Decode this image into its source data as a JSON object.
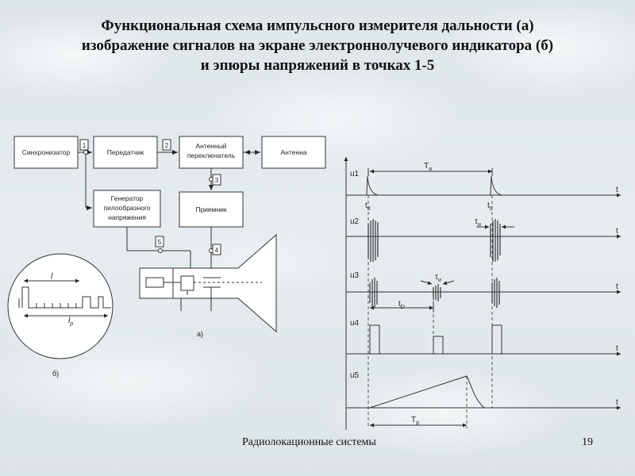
{
  "slide": {
    "title_line1": "Функциональная схема импульсного измерителя дальности (а)",
    "title_line2": "изображение сигналов на экране электроннолучевого индикатора (б)",
    "title_line3": "и эпюры напряжений в точках 1-5",
    "footer_text": "Радиолокационные системы",
    "page_number": "19"
  },
  "block_diagram": {
    "blocks": {
      "synchronizer": "Синхронизатор",
      "transmitter": "Передатчик",
      "antenna_switch_line1": "Антенный",
      "antenna_switch_line2": "переключатель",
      "antenna": "Антенна",
      "generator_line1": "Генератор",
      "generator_line2": "пилообразного",
      "generator_line3": "напряжения",
      "receiver": "Приемник"
    },
    "points": [
      "1",
      "2",
      "3",
      "4",
      "5"
    ],
    "caption_a": "а)"
  },
  "screen": {
    "label_l": "l",
    "label_lp": "l",
    "label_lp_sub": "p",
    "caption_b": "б)"
  },
  "timing": {
    "channel_labels": [
      "u1",
      "u2",
      "u3",
      "u4",
      "u5"
    ],
    "axis_t": "t",
    "Ti": "T",
    "Ti_sub": "и",
    "t0": "t",
    "t0_sub": "0",
    "tau_i": "τ",
    "tau_i_sub": "и",
    "tD": "t",
    "tD_sub": "D",
    "Tp": "T",
    "Tp_sub": "p"
  }
}
